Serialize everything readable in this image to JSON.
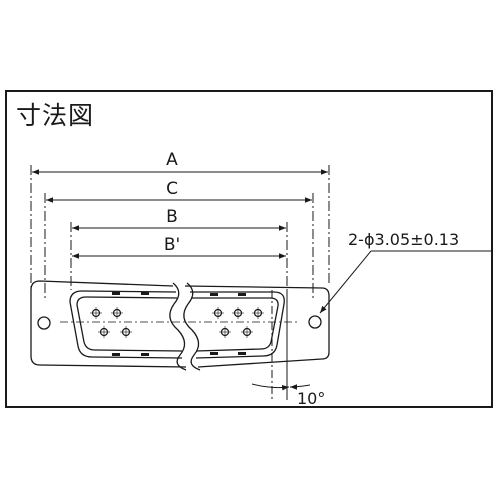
{
  "title": "寸法図",
  "dimensions": {
    "a": "A",
    "c": "C",
    "b": "B",
    "b_prime": "B'"
  },
  "hole_note": "2-ϕ3.05±0.13",
  "angle_note": "10°",
  "colors": {
    "line": "#1a1a1a",
    "background": "#ffffff"
  }
}
